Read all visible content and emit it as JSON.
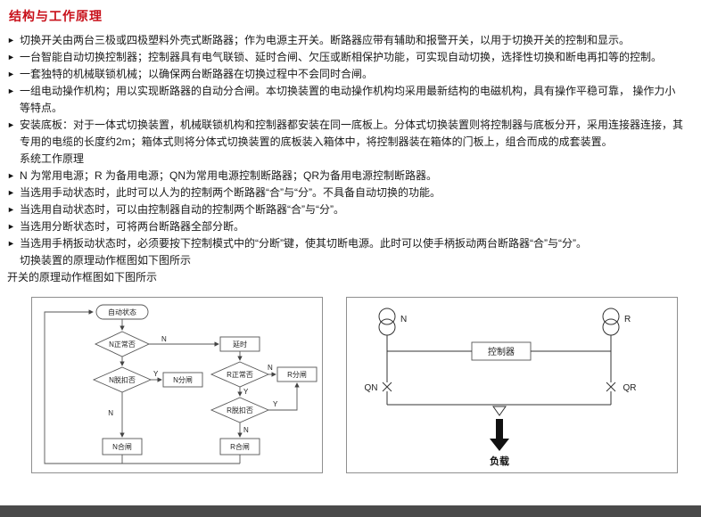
{
  "page": {
    "title": "结构与工作原理",
    "accent_color": "#c8101a"
  },
  "marker": "►",
  "bullets": [
    "切换开关由两台三极或四极塑料外壳式断路器；作为电源主开关。断路器应带有辅助和报警开关，以用于切换开关的控制和显示。",
    "一台智能自动切换控制器；控制器具有电气联锁、延时合闸、欠压或断相保护功能，可实现自动切换，选择性切换和断电再扣等的控制。",
    "一套独特的机械联锁机械；以确保两台断路器在切换过程中不会同时合闸。",
    "一组电动操作机构；用以实现断路器的自动分合闸。本切换装置的电动操作机构均采用最新结构的电磁机构，具有操作平稳可靠， 操作力小等特点。",
    "安装底板：对于一体式切换装置，机械联锁机构和控制器都安装在同一底板上。分体式切换装置则将控制器与底板分开，采用连接器连接，其专用的电缆的长度约2m；箱体式则将分体式切换装置的底板装入箱体中，将控制器装在箱体的门板上，组合而成的成套装置。"
  ],
  "section_label": "系统工作原理",
  "bullets2": [
    "N 为常用电源；R 为备用电源；QN为常用电源控制断路器；QR为备用电源控制断路器。",
    "当选用手动状态时，此时可以人为的控制两个断路器“合”与“分”。不具备自动切换的功能。",
    "当选用自动状态时，可以由控制器自动的控制两个断路器“合”与“分”。",
    "当选用分断状态时，可将两台断路器全部分断。",
    "当选用手柄扳动状态时，必须要按下控制模式中的“分断”键，使其切断电源。此时可以使手柄扳动两台断路器“合”与“分”。"
  ],
  "caption_indent": "切换装置的原理动作框图如下图所示",
  "caption_left": "开关的原理动作框图如下图所示",
  "flowchart": {
    "start": "自动状态",
    "d1": "N正常否",
    "delay": "延时",
    "d2": "N脱扣否",
    "n_open": "N分闸",
    "n_close": "N合闸",
    "d3": "R正常否",
    "r_open": "R分闸",
    "d4": "R脱扣否",
    "r_close": "R合闸",
    "yes": "Y",
    "no": "N"
  },
  "circuit": {
    "source_n": "N",
    "source_r": "R",
    "controller": "控制器",
    "breaker_n": "QN",
    "breaker_r": "QR",
    "load": "负载"
  }
}
